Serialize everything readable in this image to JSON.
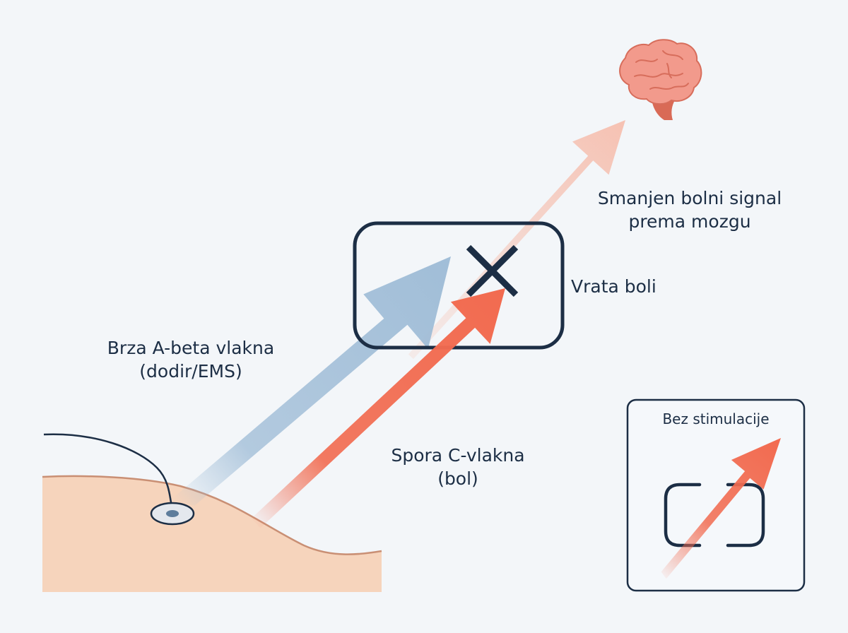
{
  "labels": {
    "abeta_line1": "Brza A-beta vlakna",
    "abeta_line2": "(dodir/EMS)",
    "cfiber_line1": "Spora C-vlakna",
    "cfiber_line2": "(bol)",
    "gate": "Vrata boli",
    "reduced_line1": "Smanjen bolni signal",
    "reduced_line2": "prema mozgu",
    "no_stimulation": "Bez stimulacije"
  },
  "icons": {
    "brain": "brain-icon",
    "gate_block": "close-icon",
    "electrode": "electrode-pad-icon"
  },
  "colors": {
    "background": "#f3f6f9",
    "navy": "#1c2e45",
    "abeta_blue": "#9dbbd6",
    "pain_red": "#f26b50",
    "reduced_pink": "#f6b9a7",
    "skin": "#f6d4bc",
    "skin_outline": "#c98f74",
    "brain_pink": "#f29a8c"
  }
}
